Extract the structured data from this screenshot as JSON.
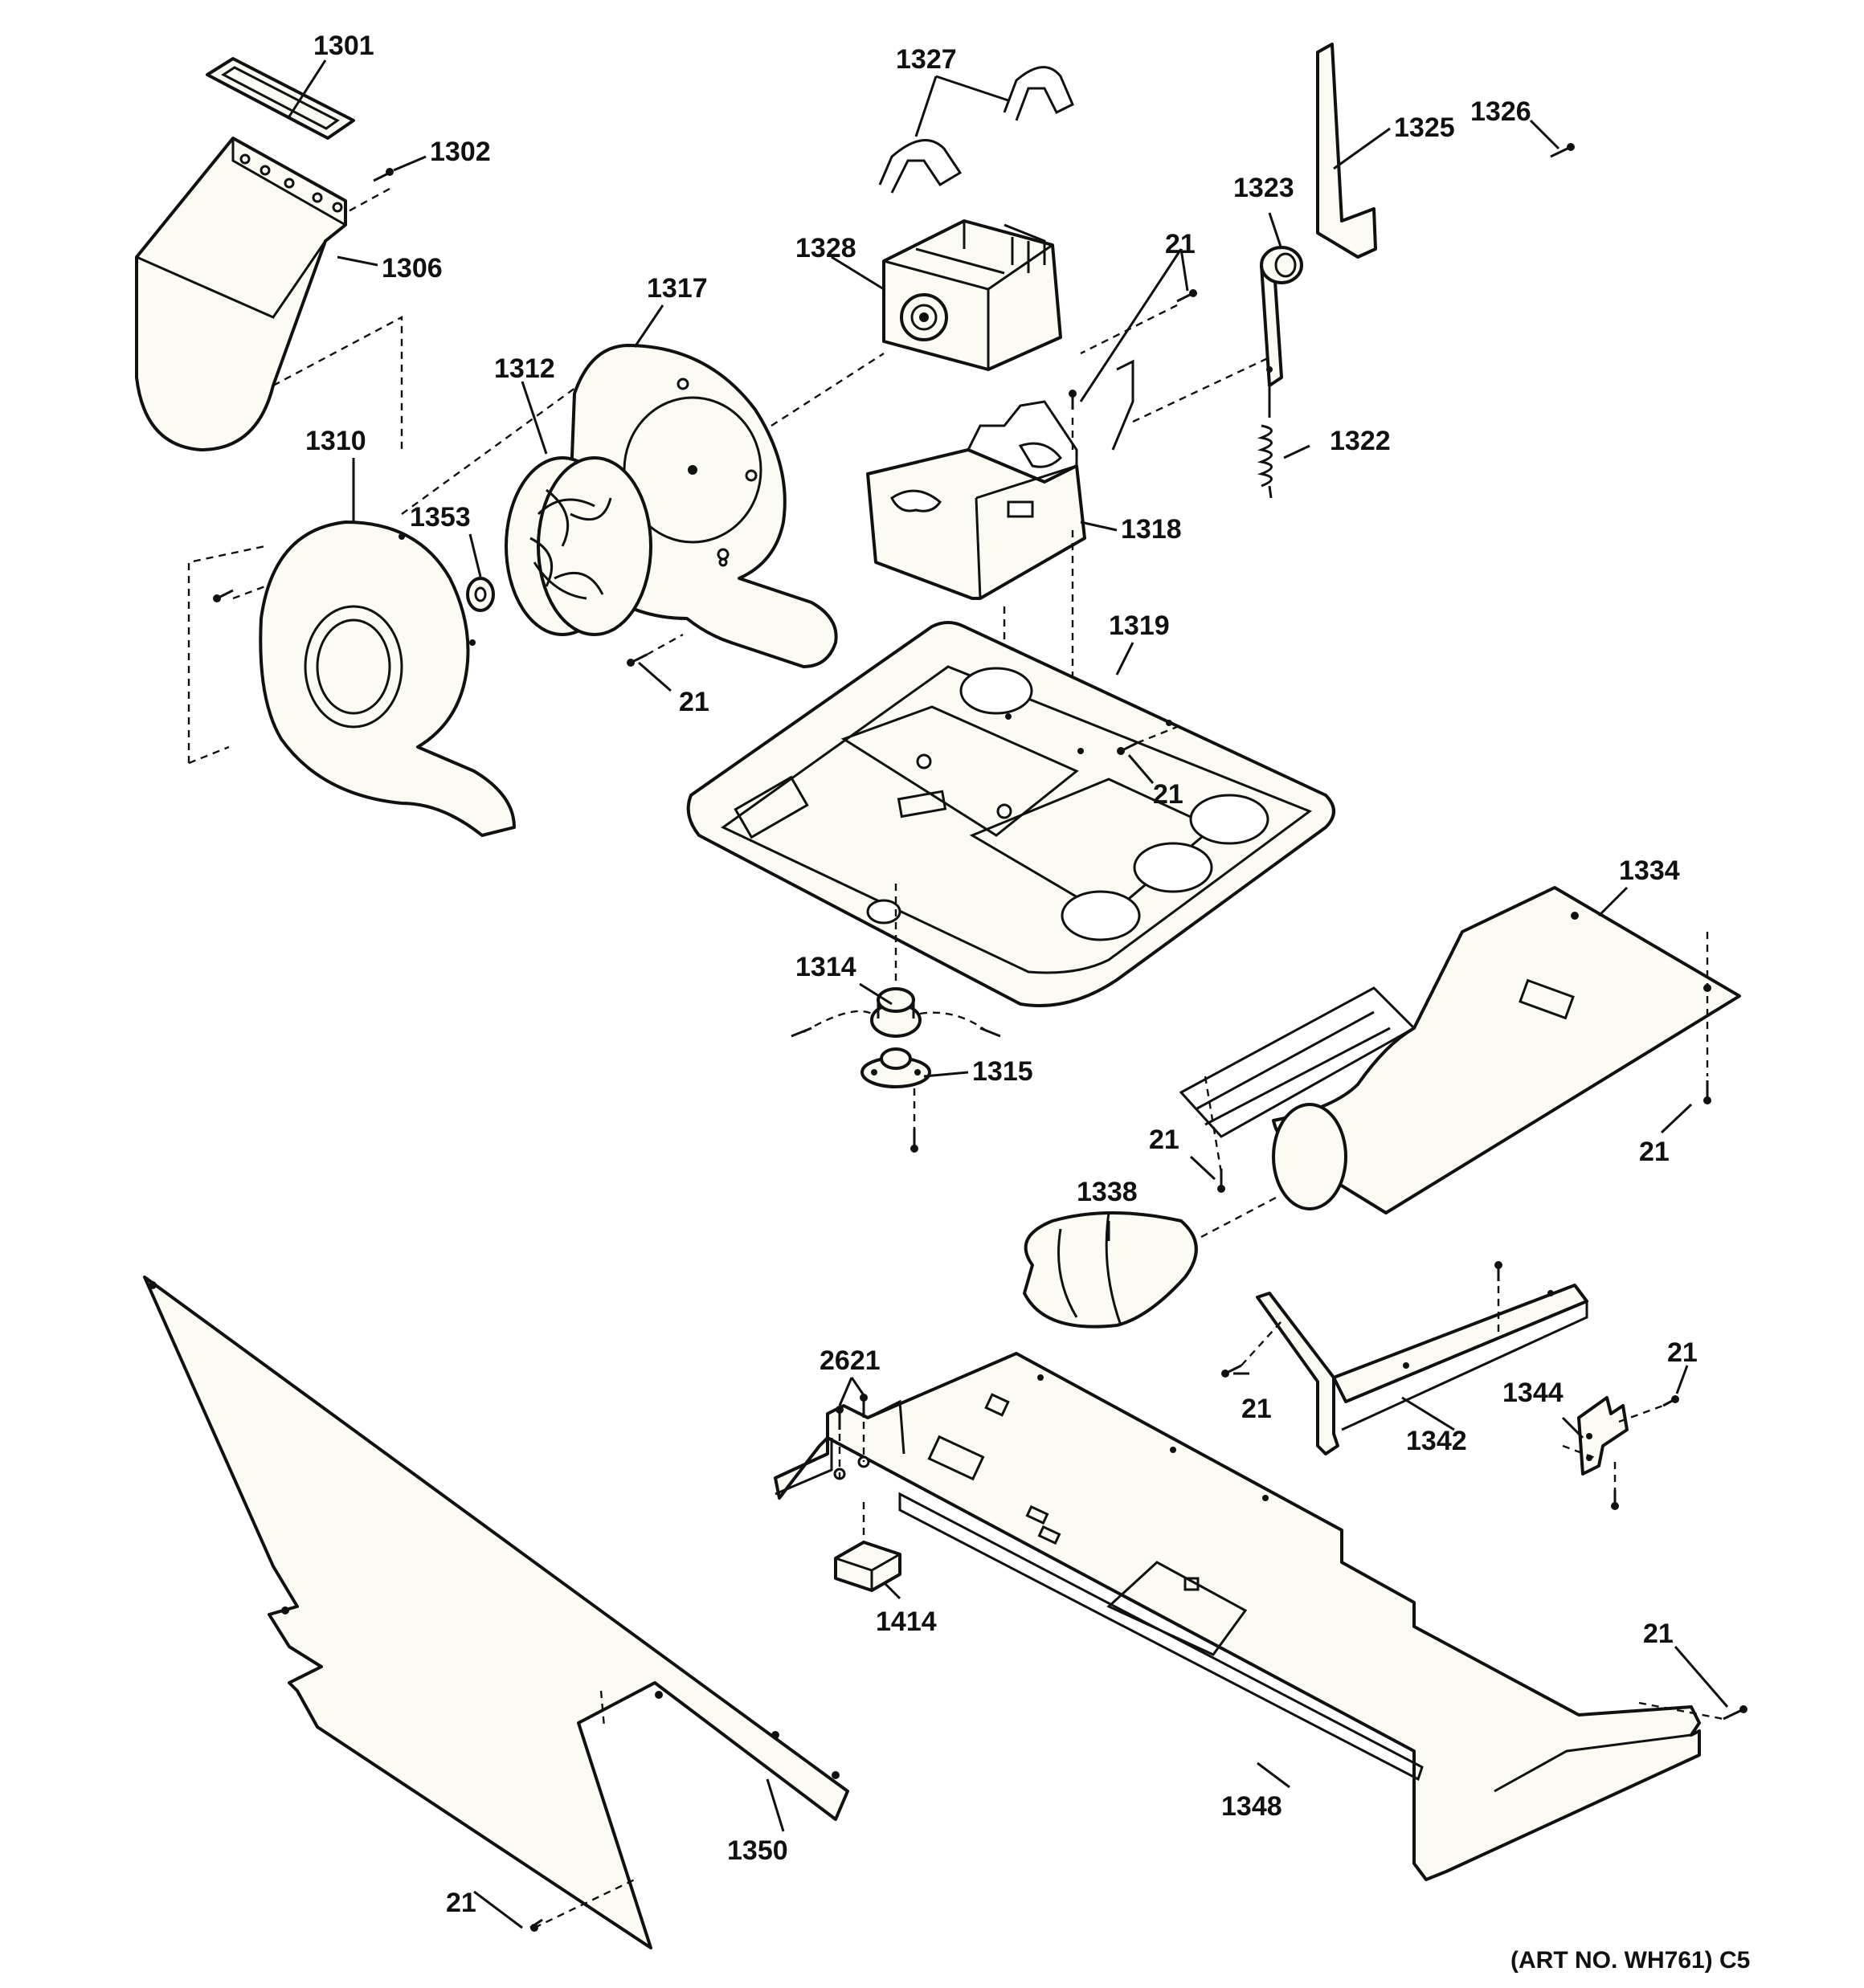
{
  "parts": {
    "p1301": "1301",
    "p1302": "1302",
    "p1306": "1306",
    "p1310": "1310",
    "p1312": "1312",
    "p1314": "1314",
    "p1315": "1315",
    "p1317": "1317",
    "p1318": "1318",
    "p1319": "1319",
    "p1322": "1322",
    "p1323": "1323",
    "p1325": "1325",
    "p1326": "1326",
    "p1327": "1327",
    "p1328": "1328",
    "p1334": "1334",
    "p1338": "1338",
    "p1342": "1342",
    "p1344": "1344",
    "p1348": "1348",
    "p1350": "1350",
    "p1353": "1353",
    "p1414": "1414",
    "p2621": "2621",
    "screw": "21"
  },
  "art_number": "(ART NO. WH761) C5"
}
